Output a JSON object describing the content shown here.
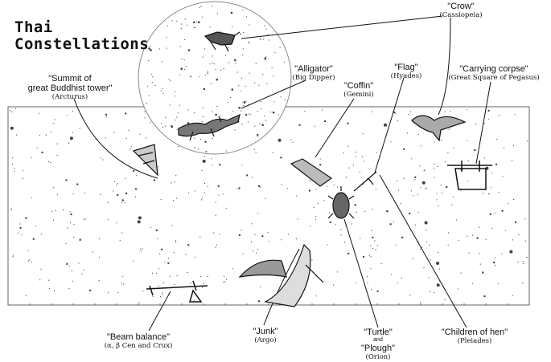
{
  "title": {
    "line1": "Thai",
    "line2": "Constellations"
  },
  "labels": {
    "summit": {
      "line1": "\"Summit of",
      "line2": "great Buddhist tower\"",
      "sub": "(Arcturus)"
    },
    "crow": {
      "name": "\"Crow\"",
      "sub": "(Cassiopeia)"
    },
    "alligator": {
      "name": "\"Alligator\"",
      "sub": "(Big Dipper)"
    },
    "coffin": {
      "name": "\"Coffin\"",
      "sub": "(Gemini)"
    },
    "flag": {
      "name": "\"Flag\"",
      "sub": "(Hyades)"
    },
    "corpse": {
      "name": "\"Carrying corpse\"",
      "sub": "(Great Square of Pegasus)"
    },
    "beam": {
      "name": "\"Beam balance\"",
      "sub": "(α, β Cen and Crux)"
    },
    "junk": {
      "name": "\"Junk\"",
      "sub": "(Argo)"
    },
    "turtle": {
      "line1": "\"Turtle\"",
      "and": "and",
      "line2": "\"Plough\"",
      "sub": "(Orion)"
    },
    "hen": {
      "name": "\"Children of hen\"",
      "sub": "(Pleiades)"
    }
  },
  "colors": {
    "ink": "#111111",
    "paper": "#ffffff",
    "chart_border": "#666666"
  }
}
